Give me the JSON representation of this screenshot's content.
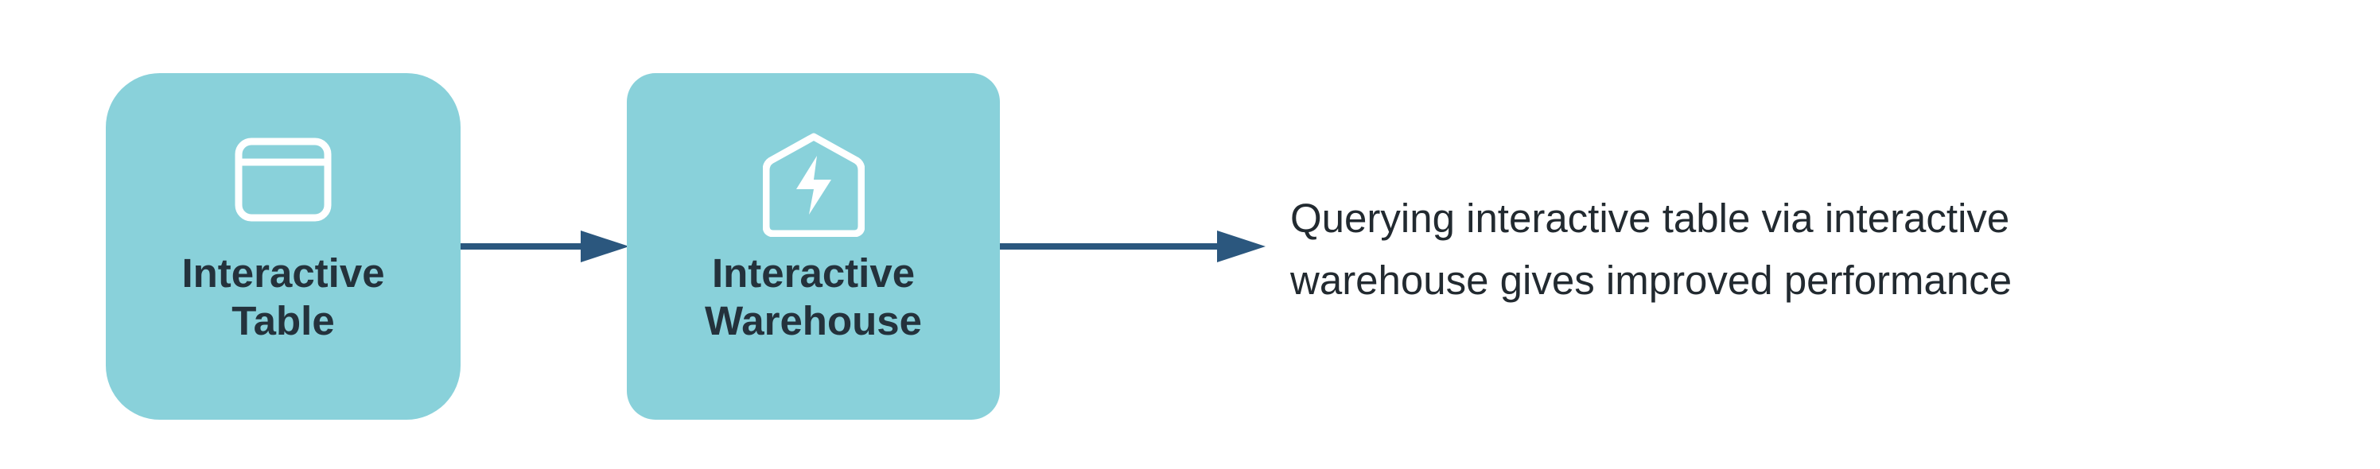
{
  "nodes": {
    "table": {
      "line1": "Interactive",
      "line2": "Table",
      "icon": "table-window-icon"
    },
    "warehouse": {
      "line1": "Interactive",
      "line2": "Warehouse",
      "icon": "warehouse-bolt-icon"
    }
  },
  "result": {
    "line1": "Querying interactive table via interactive",
    "line2": "warehouse gives improved performance"
  },
  "colors": {
    "node_fill": "#89d1da",
    "arrow": "#2b577e",
    "node_text": "#24323c",
    "body_text": "#222a30",
    "icon_stroke": "#ffffff"
  }
}
